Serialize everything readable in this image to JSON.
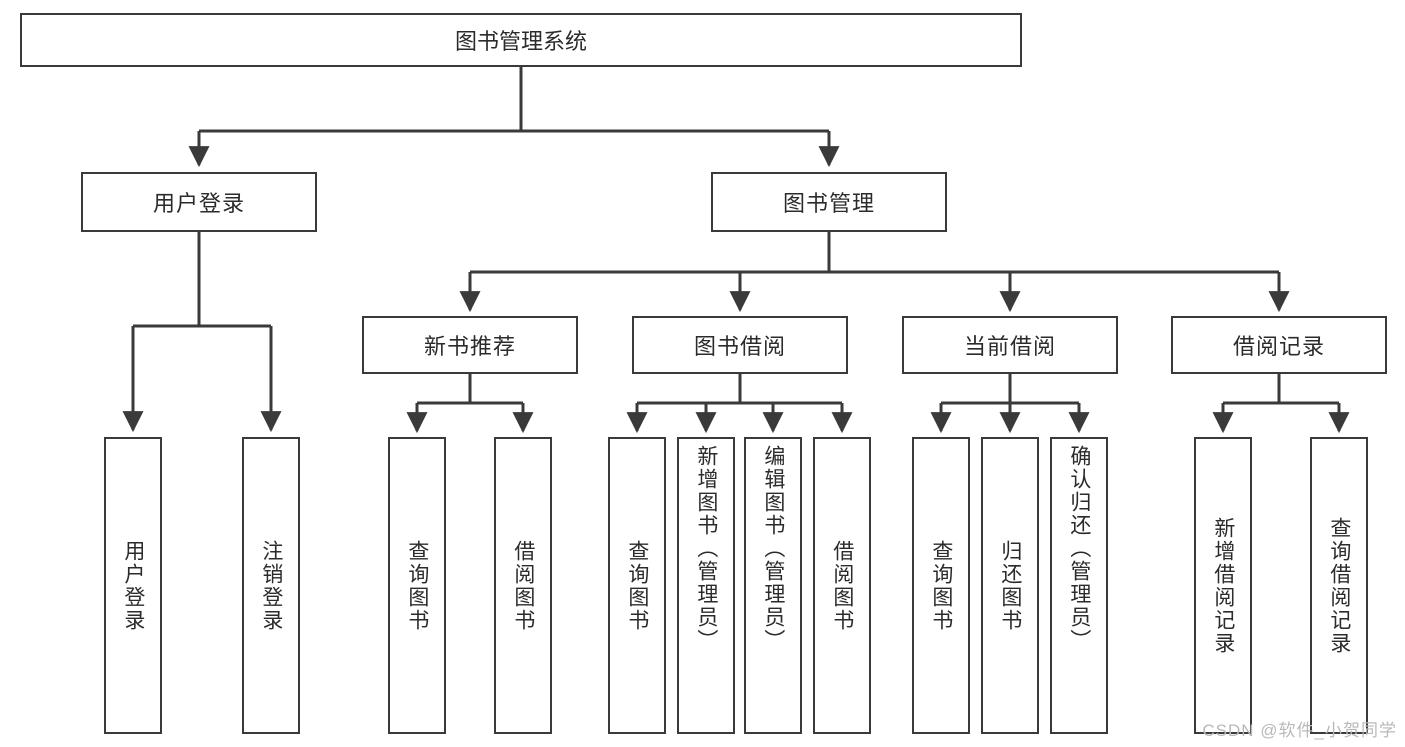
{
  "diagram": {
    "type": "tree",
    "title_node": {
      "label": "图书管理系统"
    },
    "level2": [
      {
        "label": "用户登录"
      },
      {
        "label": "图书管理"
      }
    ],
    "level3": [
      {
        "label": "新书推荐"
      },
      {
        "label": "图书借阅"
      },
      {
        "label": "当前借阅"
      },
      {
        "label": "借阅记录"
      }
    ],
    "leaves": {
      "user_login": [
        {
          "label": "用户登录"
        },
        {
          "label": "注销登录"
        }
      ],
      "new_book": [
        {
          "label": "查询图书"
        },
        {
          "label": "借阅图书"
        }
      ],
      "book_borrow": [
        {
          "label": "查询图书"
        },
        {
          "label": "新增图书（管理员）"
        },
        {
          "label": "编辑图书（管理员）"
        },
        {
          "label": "借阅图书"
        }
      ],
      "current_borrow": [
        {
          "label": "查询图书"
        },
        {
          "label": "归还图书"
        },
        {
          "label": "确认归还（管理员）"
        }
      ],
      "borrow_record": [
        {
          "label": "新增借阅记录"
        },
        {
          "label": "查询借阅记录"
        }
      ]
    }
  },
  "watermark": {
    "text": "CSDN @软件_小贺同学"
  },
  "colors": {
    "box_border": "#3a3a3a",
    "text": "#2b2b2b",
    "background": "#ffffff",
    "watermark": "#b9b9b9"
  }
}
